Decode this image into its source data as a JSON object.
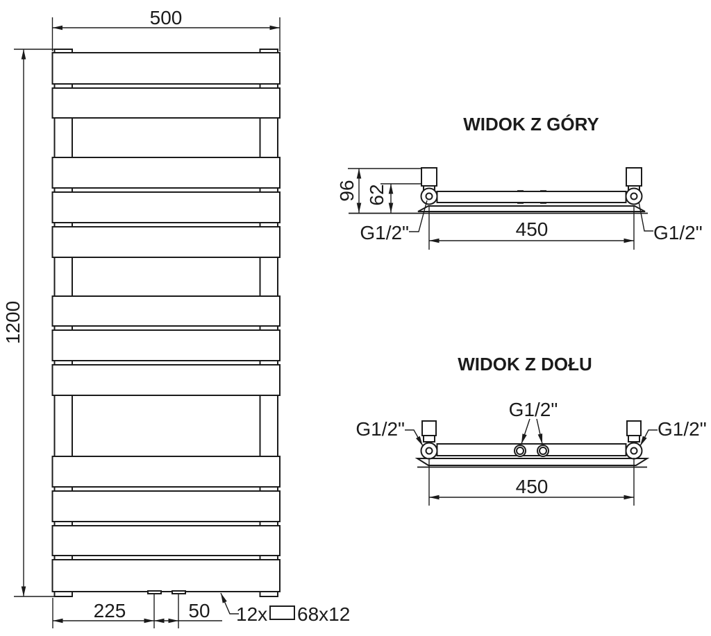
{
  "front": {
    "dim_width": "500",
    "dim_height": "1200",
    "dim_bottom_left": "225",
    "dim_bottom_right": "50",
    "note_count": "12x",
    "note_size": "68x12"
  },
  "top_view": {
    "title": "WIDOK Z GÓRY",
    "dim_depth": "96",
    "dim_axis": "62",
    "dim_span": "450",
    "thread_left": "G1/2\"",
    "thread_right": "G1/2\""
  },
  "bottom_view": {
    "title": "WIDOK Z DOŁU",
    "dim_span": "450",
    "thread_left": "G1/2\"",
    "thread_center": "G1/2\"",
    "thread_right": "G1/2\""
  },
  "colors": {
    "line": "#1b1b1b",
    "background": "#ffffff"
  }
}
